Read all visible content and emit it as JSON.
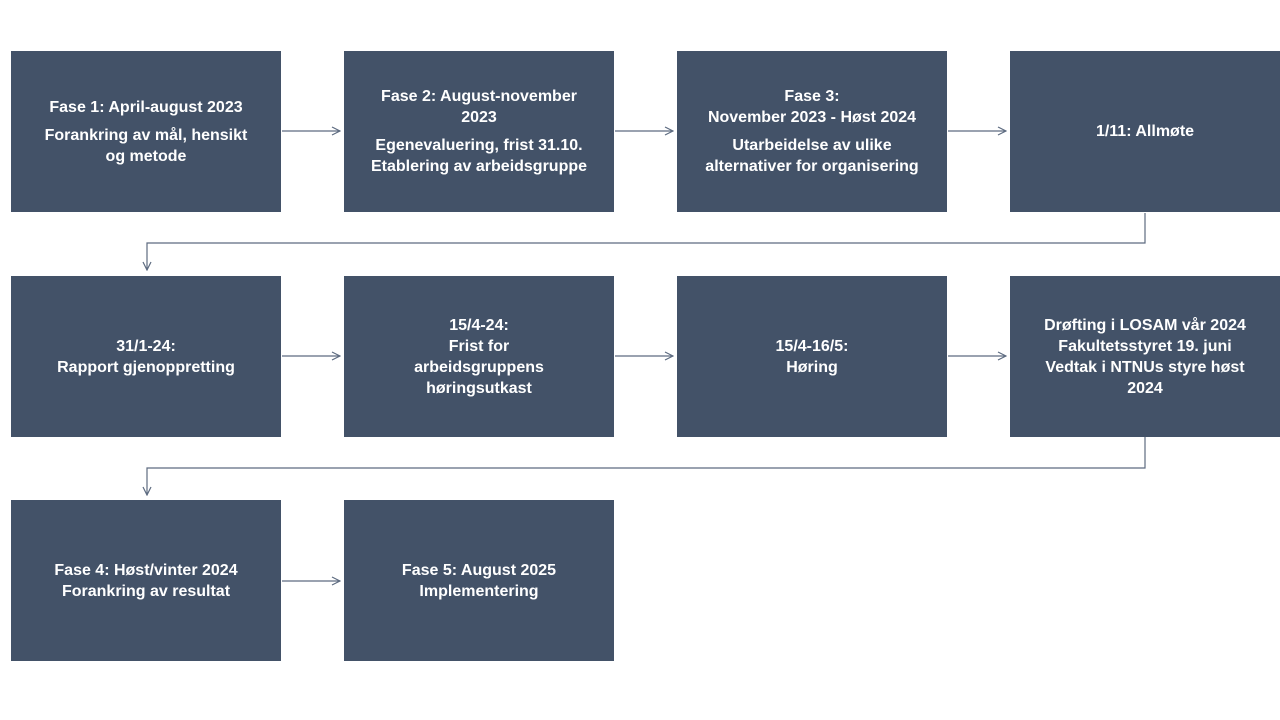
{
  "colors": {
    "box_fill": "#435268",
    "box_text": "#ffffff",
    "connector": "#5d6b80",
    "background": "#ffffff"
  },
  "boxes": {
    "b1": [
      "Fase 1: April-august 2023",
      "Forankring av mål, hensikt",
      "og metode"
    ],
    "b2": [
      "Fase 2: August-november",
      "2023",
      "Egenevaluering, frist 31.10.",
      "Etablering av arbeidsgruppe"
    ],
    "b3": [
      "Fase 3:",
      "November 2023 - Høst 2024",
      "Utarbeidelse av ulike",
      "alternativer for organisering"
    ],
    "b4": [
      "1/11: Allmøte"
    ],
    "b5": [
      "31/1-24:",
      "Rapport gjenoppretting"
    ],
    "b6": [
      "15/4-24:",
      "Frist for",
      "arbeidsgruppens",
      "høringsutkast"
    ],
    "b7": [
      "15/4-16/5:",
      "Høring"
    ],
    "b8": [
      "Drøfting i LOSAM vår 2024",
      "Fakultetsstyret 19. juni",
      "Vedtak i NTNUs styre høst",
      "2024"
    ],
    "b9": [
      "Fase 4: Høst/vinter 2024",
      "Forankring av resultat"
    ],
    "b10": [
      "Fase 5: August 2025",
      "Implementering"
    ]
  }
}
